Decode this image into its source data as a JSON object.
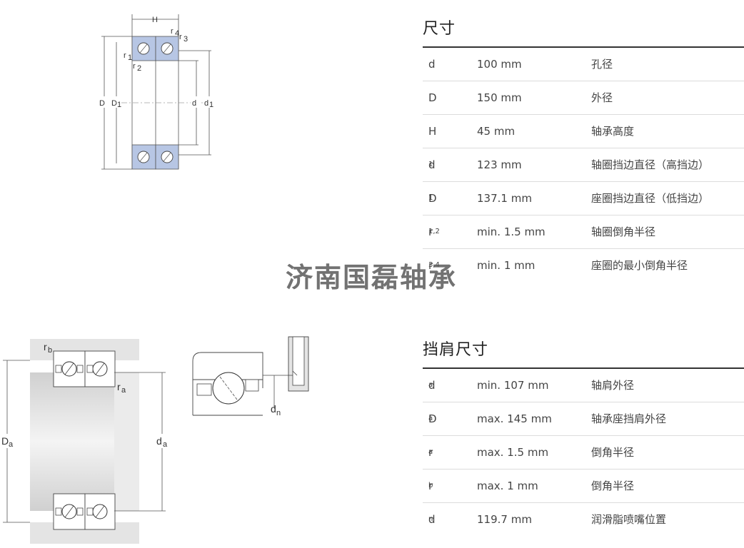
{
  "dimensions": {
    "title": "尺寸",
    "rows": [
      {
        "sym": "d",
        "sub": "",
        "value": "100 mm",
        "desc": "孔径"
      },
      {
        "sym": "D",
        "sub": "",
        "value": "150 mm",
        "desc": "外径"
      },
      {
        "sym": "H",
        "sub": "",
        "value": "45 mm",
        "desc": "轴承高度"
      },
      {
        "sym": "d",
        "sub": "1",
        "value": "123 mm",
        "desc": "轴圈挡边直径（高挡边）"
      },
      {
        "sym": "D",
        "sub": "1",
        "value": "137.1 mm",
        "desc": "座圈挡边直径（低挡边）"
      },
      {
        "sym": "r",
        "sub": "1,2",
        "value": "min. 1.5 mm",
        "desc": "轴圈倒角半径"
      },
      {
        "sym": "r",
        "sub": "3,4",
        "value": "min. 1 mm",
        "desc": "座圈的最小倒角半径"
      }
    ]
  },
  "abutment": {
    "title": "挡肩尺寸",
    "rows": [
      {
        "sym": "d",
        "sub": "a",
        "value": "min. 107 mm",
        "desc": "轴肩外径"
      },
      {
        "sym": "D",
        "sub": "a",
        "value": "max. 145 mm",
        "desc": "轴承座挡肩外径"
      },
      {
        "sym": "r",
        "sub": "a",
        "value": "max. 1.5 mm",
        "desc": "倒角半径"
      },
      {
        "sym": "r",
        "sub": "b",
        "value": "max. 1 mm",
        "desc": "倒角半径"
      },
      {
        "sym": "d",
        "sub": "n",
        "value": "119.7 mm",
        "desc": "润滑脂喷嘴位置"
      }
    ]
  },
  "watermark": "济南国磊轴承",
  "diagram_labels": {
    "H": "H",
    "D": "D",
    "D1": "D",
    "d": "d",
    "d1": "d",
    "r1": "r",
    "r2": "r",
    "r3": "r",
    "r4": "r",
    "sub1": "1",
    "sub2": "2",
    "sub3": "3",
    "sub4": "4",
    "rb": "r",
    "ra": "r",
    "Da": "D",
    "da": "d",
    "dn": "d",
    "subA": "a",
    "subB": "b",
    "subN": "n"
  }
}
